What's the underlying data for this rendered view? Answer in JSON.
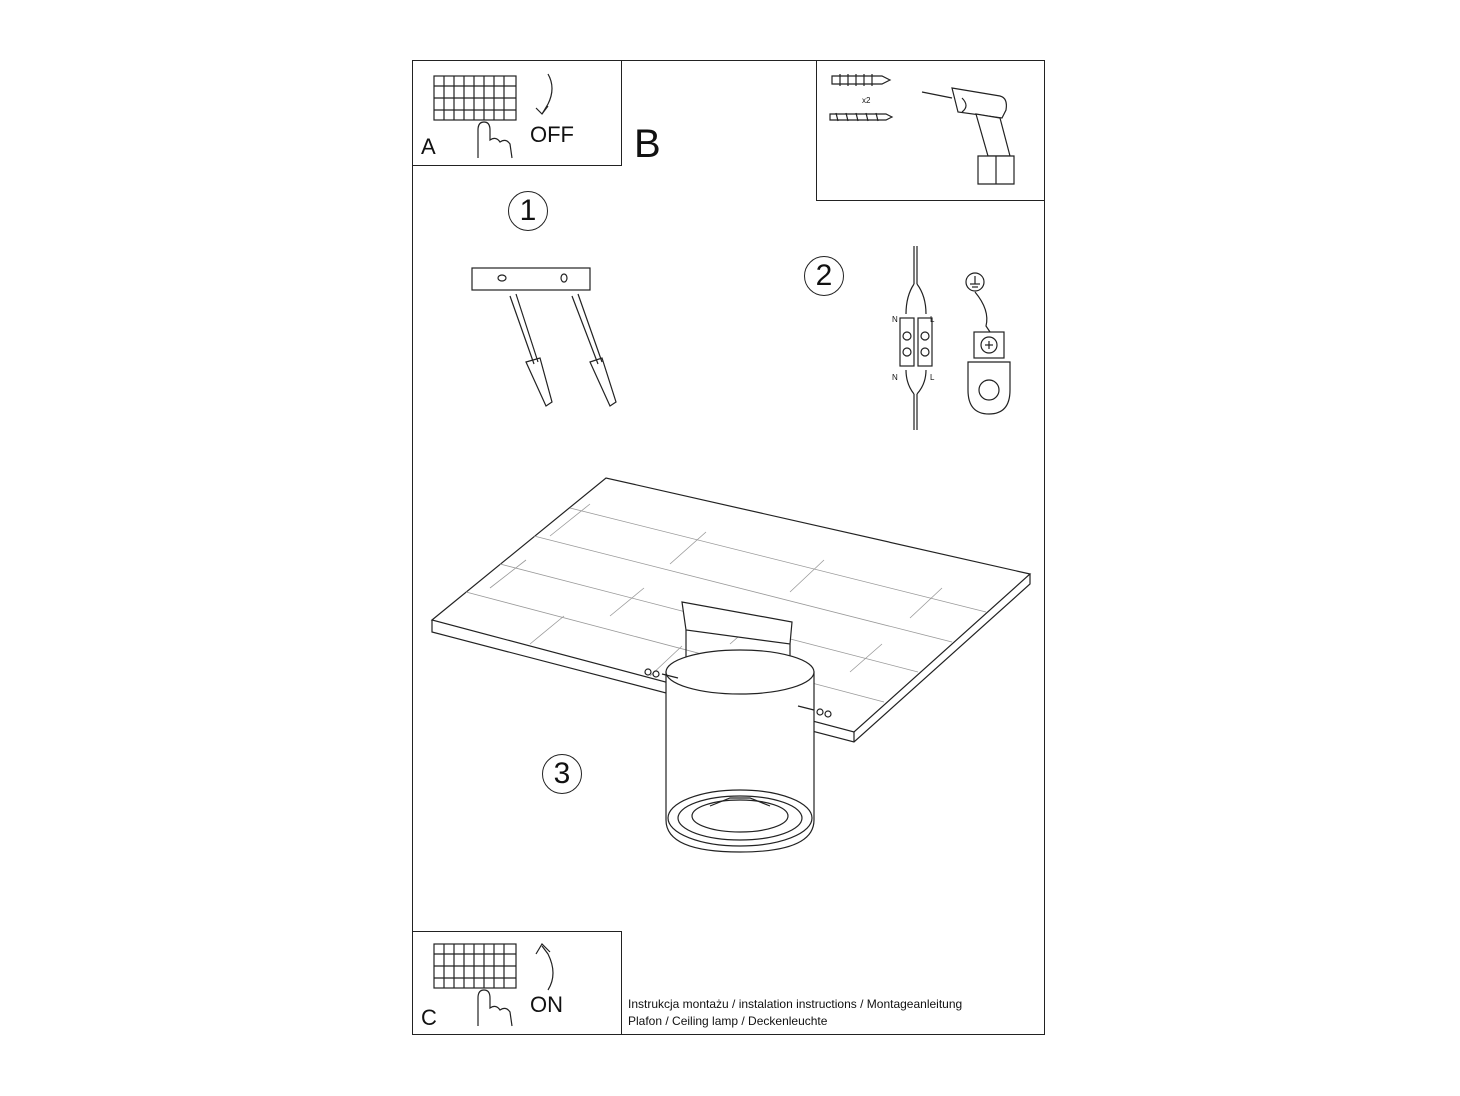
{
  "panel_a": {
    "letter": "A",
    "state": "OFF"
  },
  "panel_b": {
    "letter": "B"
  },
  "panel_c": {
    "letter": "C",
    "state": "ON"
  },
  "tools": {
    "quantity": "x2"
  },
  "steps": [
    {
      "label": "1"
    },
    {
      "label": "2"
    },
    {
      "label": "3"
    }
  ],
  "wiring": {
    "neutral": "N",
    "live": "L"
  },
  "footer": {
    "line1": "Instrukcja montażu / instalation instructions / Montageanleitung",
    "line2": "Plafon / Ceiling lamp / Deckenleuchte"
  }
}
